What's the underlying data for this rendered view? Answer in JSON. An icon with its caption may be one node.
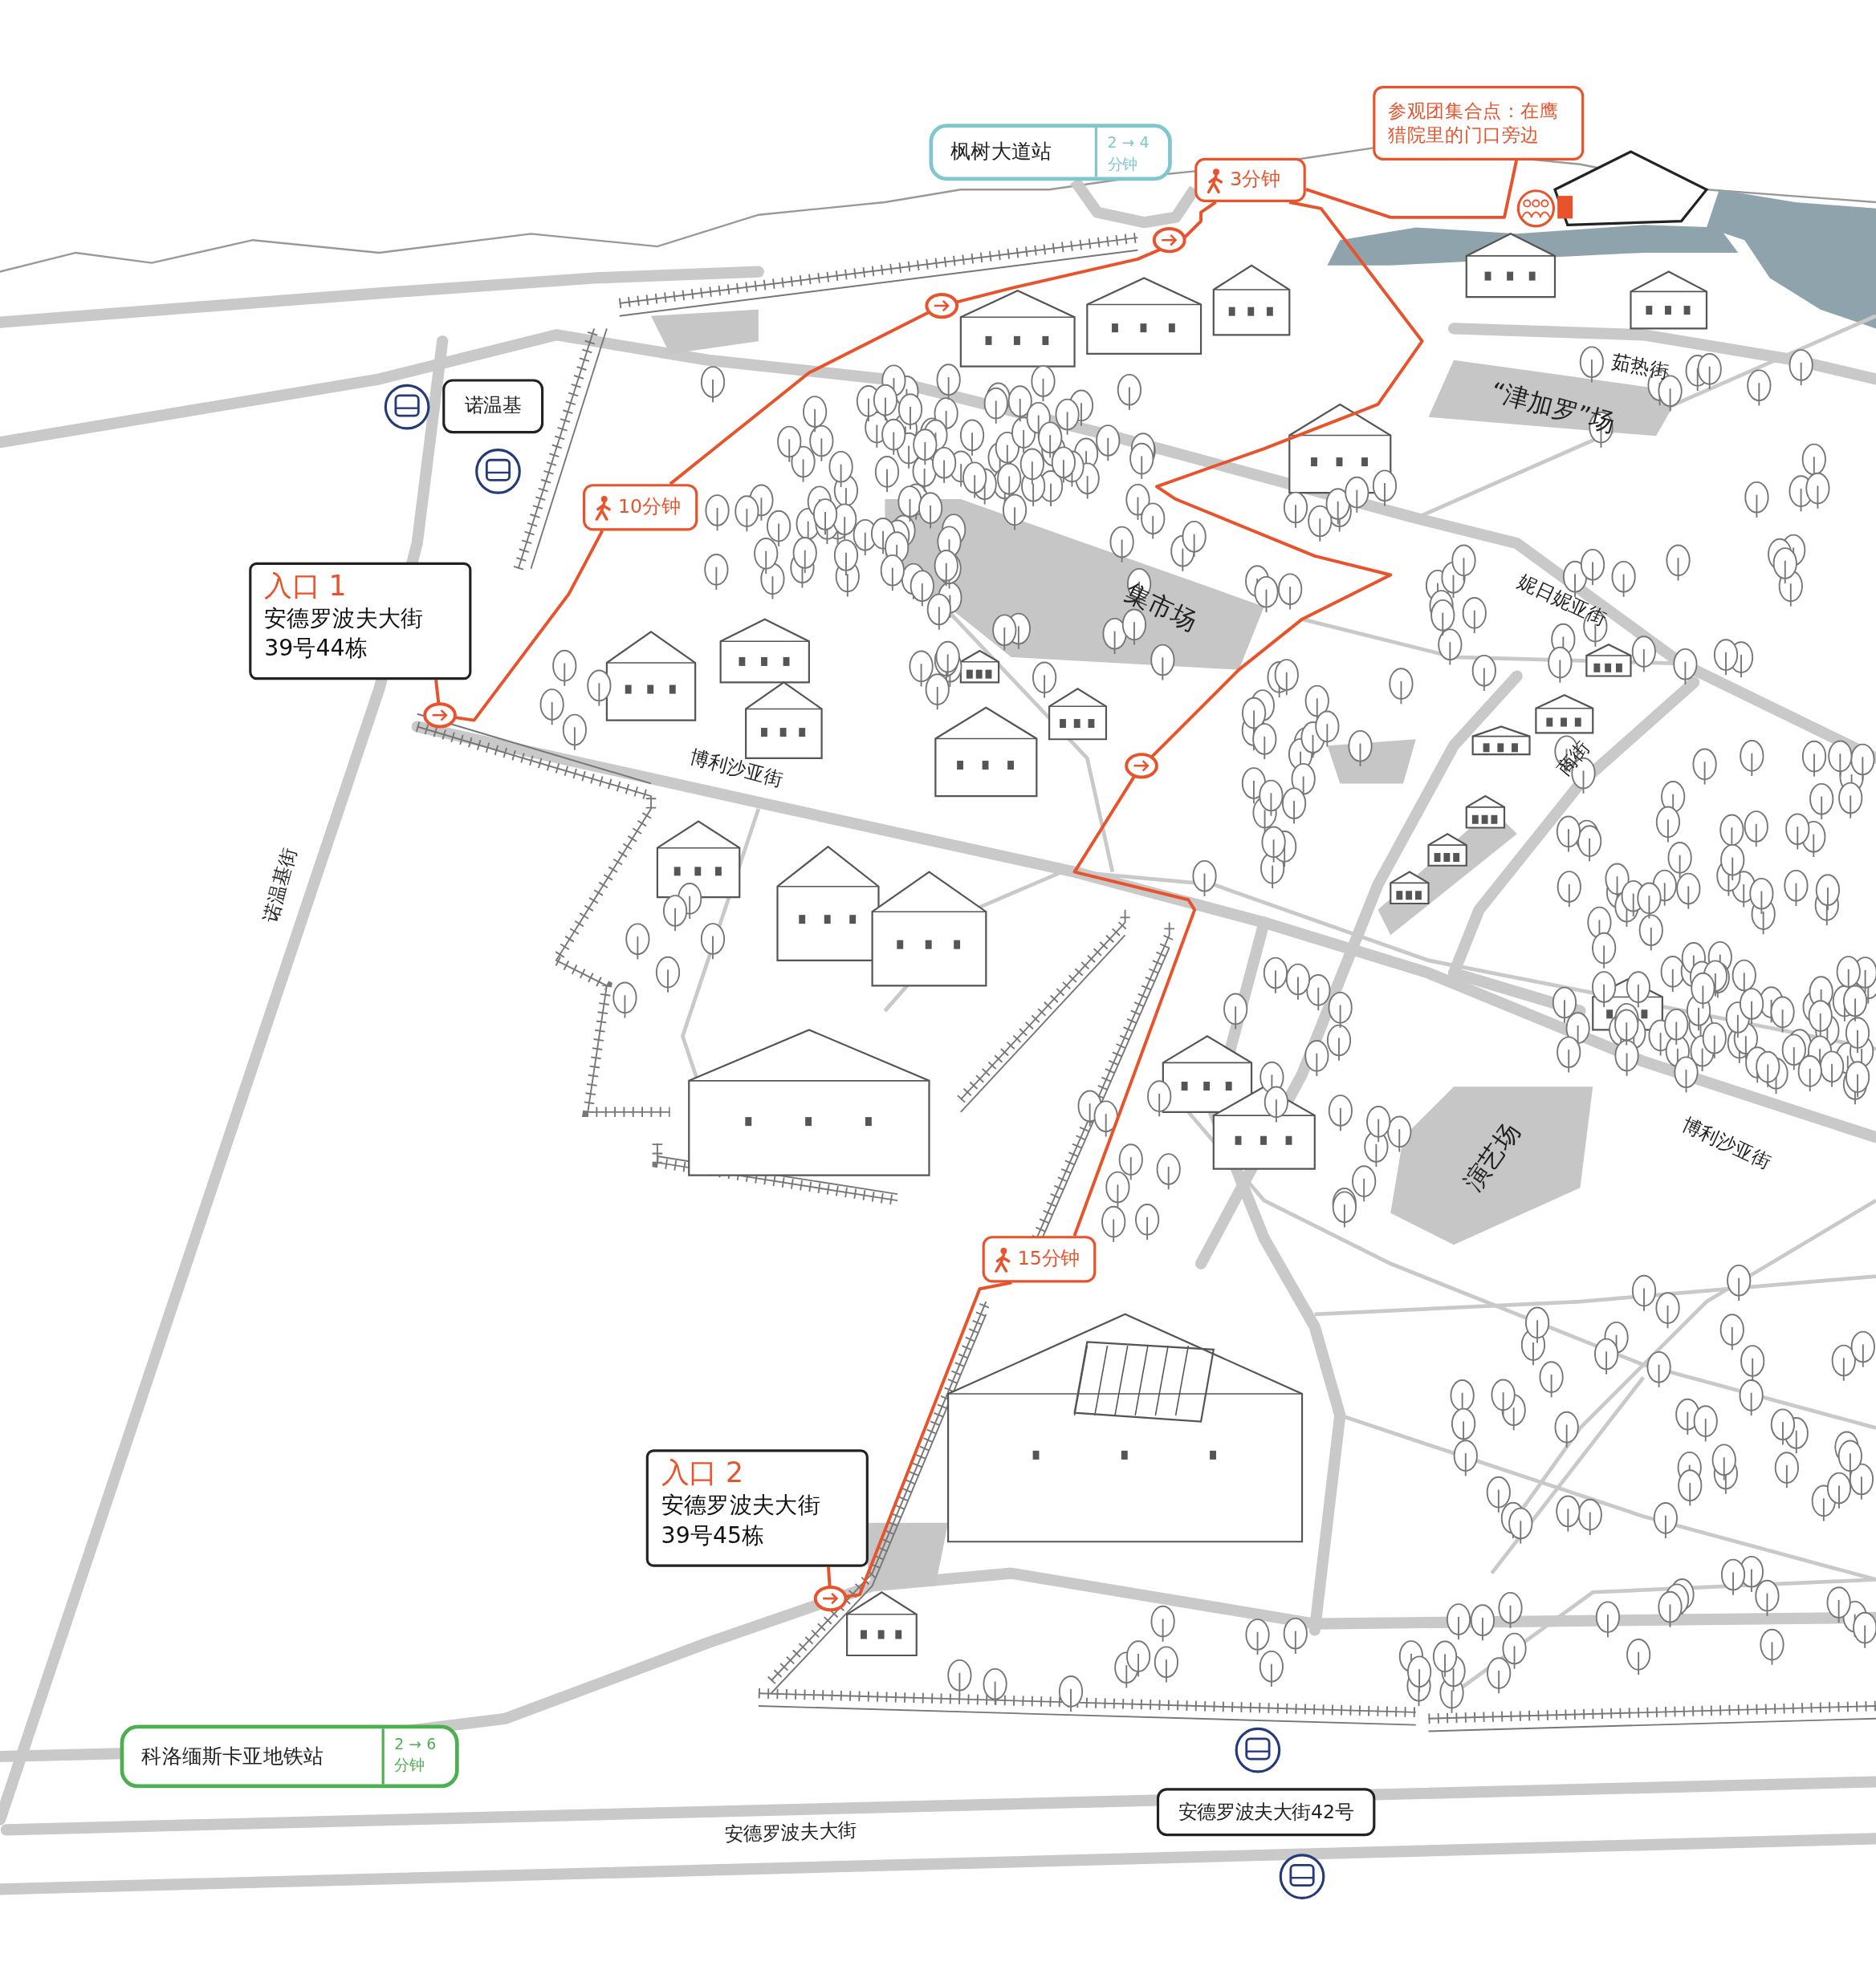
{
  "diagram": {
    "nodes": [
      {
        "text": [
          "枫树大道站",
          "2 → 4 分钟"
        ]
      },
      {
        "text": [
          "3分钟"
        ]
      },
      {
        "text": [
          "参观团集合点：在鹰猎院里的门口旁边"
        ]
      },
      {
        "text": [
          "诺温基"
        ]
      },
      {
        "text": [
          "10分钟"
        ]
      },
      {
        "text": [
          "入口 1",
          "安德罗波夫大街 39号44栋"
        ]
      },
      {
        "text": [
          "15分钟"
        ]
      },
      {
        "text": [
          "入口 2",
          "安德罗波夫大街 39号45栋"
        ]
      },
      {
        "text": [
          "科洛缅斯卡亚地铁站",
          "2 → 6分钟"
        ]
      },
      {
        "text": [
          "安德罗波夫大街42号"
        ]
      }
    ],
    "edges": [
      {
        "from": 5,
        "to": 4,
        "arrow": "to"
      },
      {
        "from": 4,
        "to": 1,
        "arrow": "to"
      },
      {
        "from": 1,
        "to": 2,
        "arrow": "none"
      },
      {
        "from": 7,
        "to": 6,
        "arrow": "to"
      },
      {
        "from": 6,
        "to": 1,
        "arrow": "to"
      },
      {
        "from": 0,
        "to": 1,
        "arrow": "none",
        "style": "thick",
        "color": "#c9c9c9"
      }
    ],
    "labels": [
      "茹热街",
      "“津加罗”场",
      "集市场",
      "妮日妮亚街",
      "商街",
      "博利沙亚街",
      "诺温基街",
      "演艺场",
      "博利沙亚街",
      "安德罗波夫大街"
    ]
  }
}
